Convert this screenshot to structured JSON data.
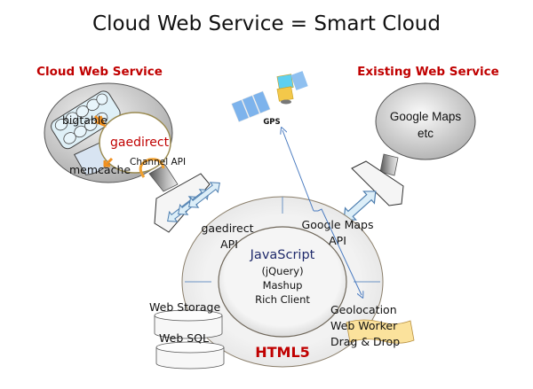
{
  "title": "Cloud Web Service = Smart Cloud",
  "left_panel": {
    "heading": "Cloud Web Service",
    "bigtable": "bigtable",
    "gaedirect": "gaedirect",
    "memcache": "memcache",
    "channel_api": "Channel API"
  },
  "right_panel": {
    "heading": "Existing Web Service",
    "line1": "Google Maps",
    "line2": "etc"
  },
  "gps": {
    "label": "GPS"
  },
  "client": {
    "gaedirect_api_line1": "gaedirect",
    "gaedirect_api_line2": "API",
    "google_maps_api_line1": "Google Maps",
    "google_maps_api_line2": "API",
    "core_title": "JavaScript",
    "core_line1": "(jQuery)",
    "core_line2": "Mashup",
    "core_line3": "Rich Client",
    "web_storage": "Web Storage",
    "web_sql": "Web SQL",
    "geolocation": "Geolocation",
    "web_worker": "Web Worker",
    "drag_drop": "Drag & Drop",
    "ring_label": "HTML5"
  },
  "colors": {
    "heading_red": "#c00000",
    "javascript_blue": "#1f2a6b",
    "connector_orange": "#f0a030",
    "arrow_fill": "#dceef8",
    "arrow_stroke": "#4f7fb0",
    "web_worker_fill": "#fbe29c"
  }
}
